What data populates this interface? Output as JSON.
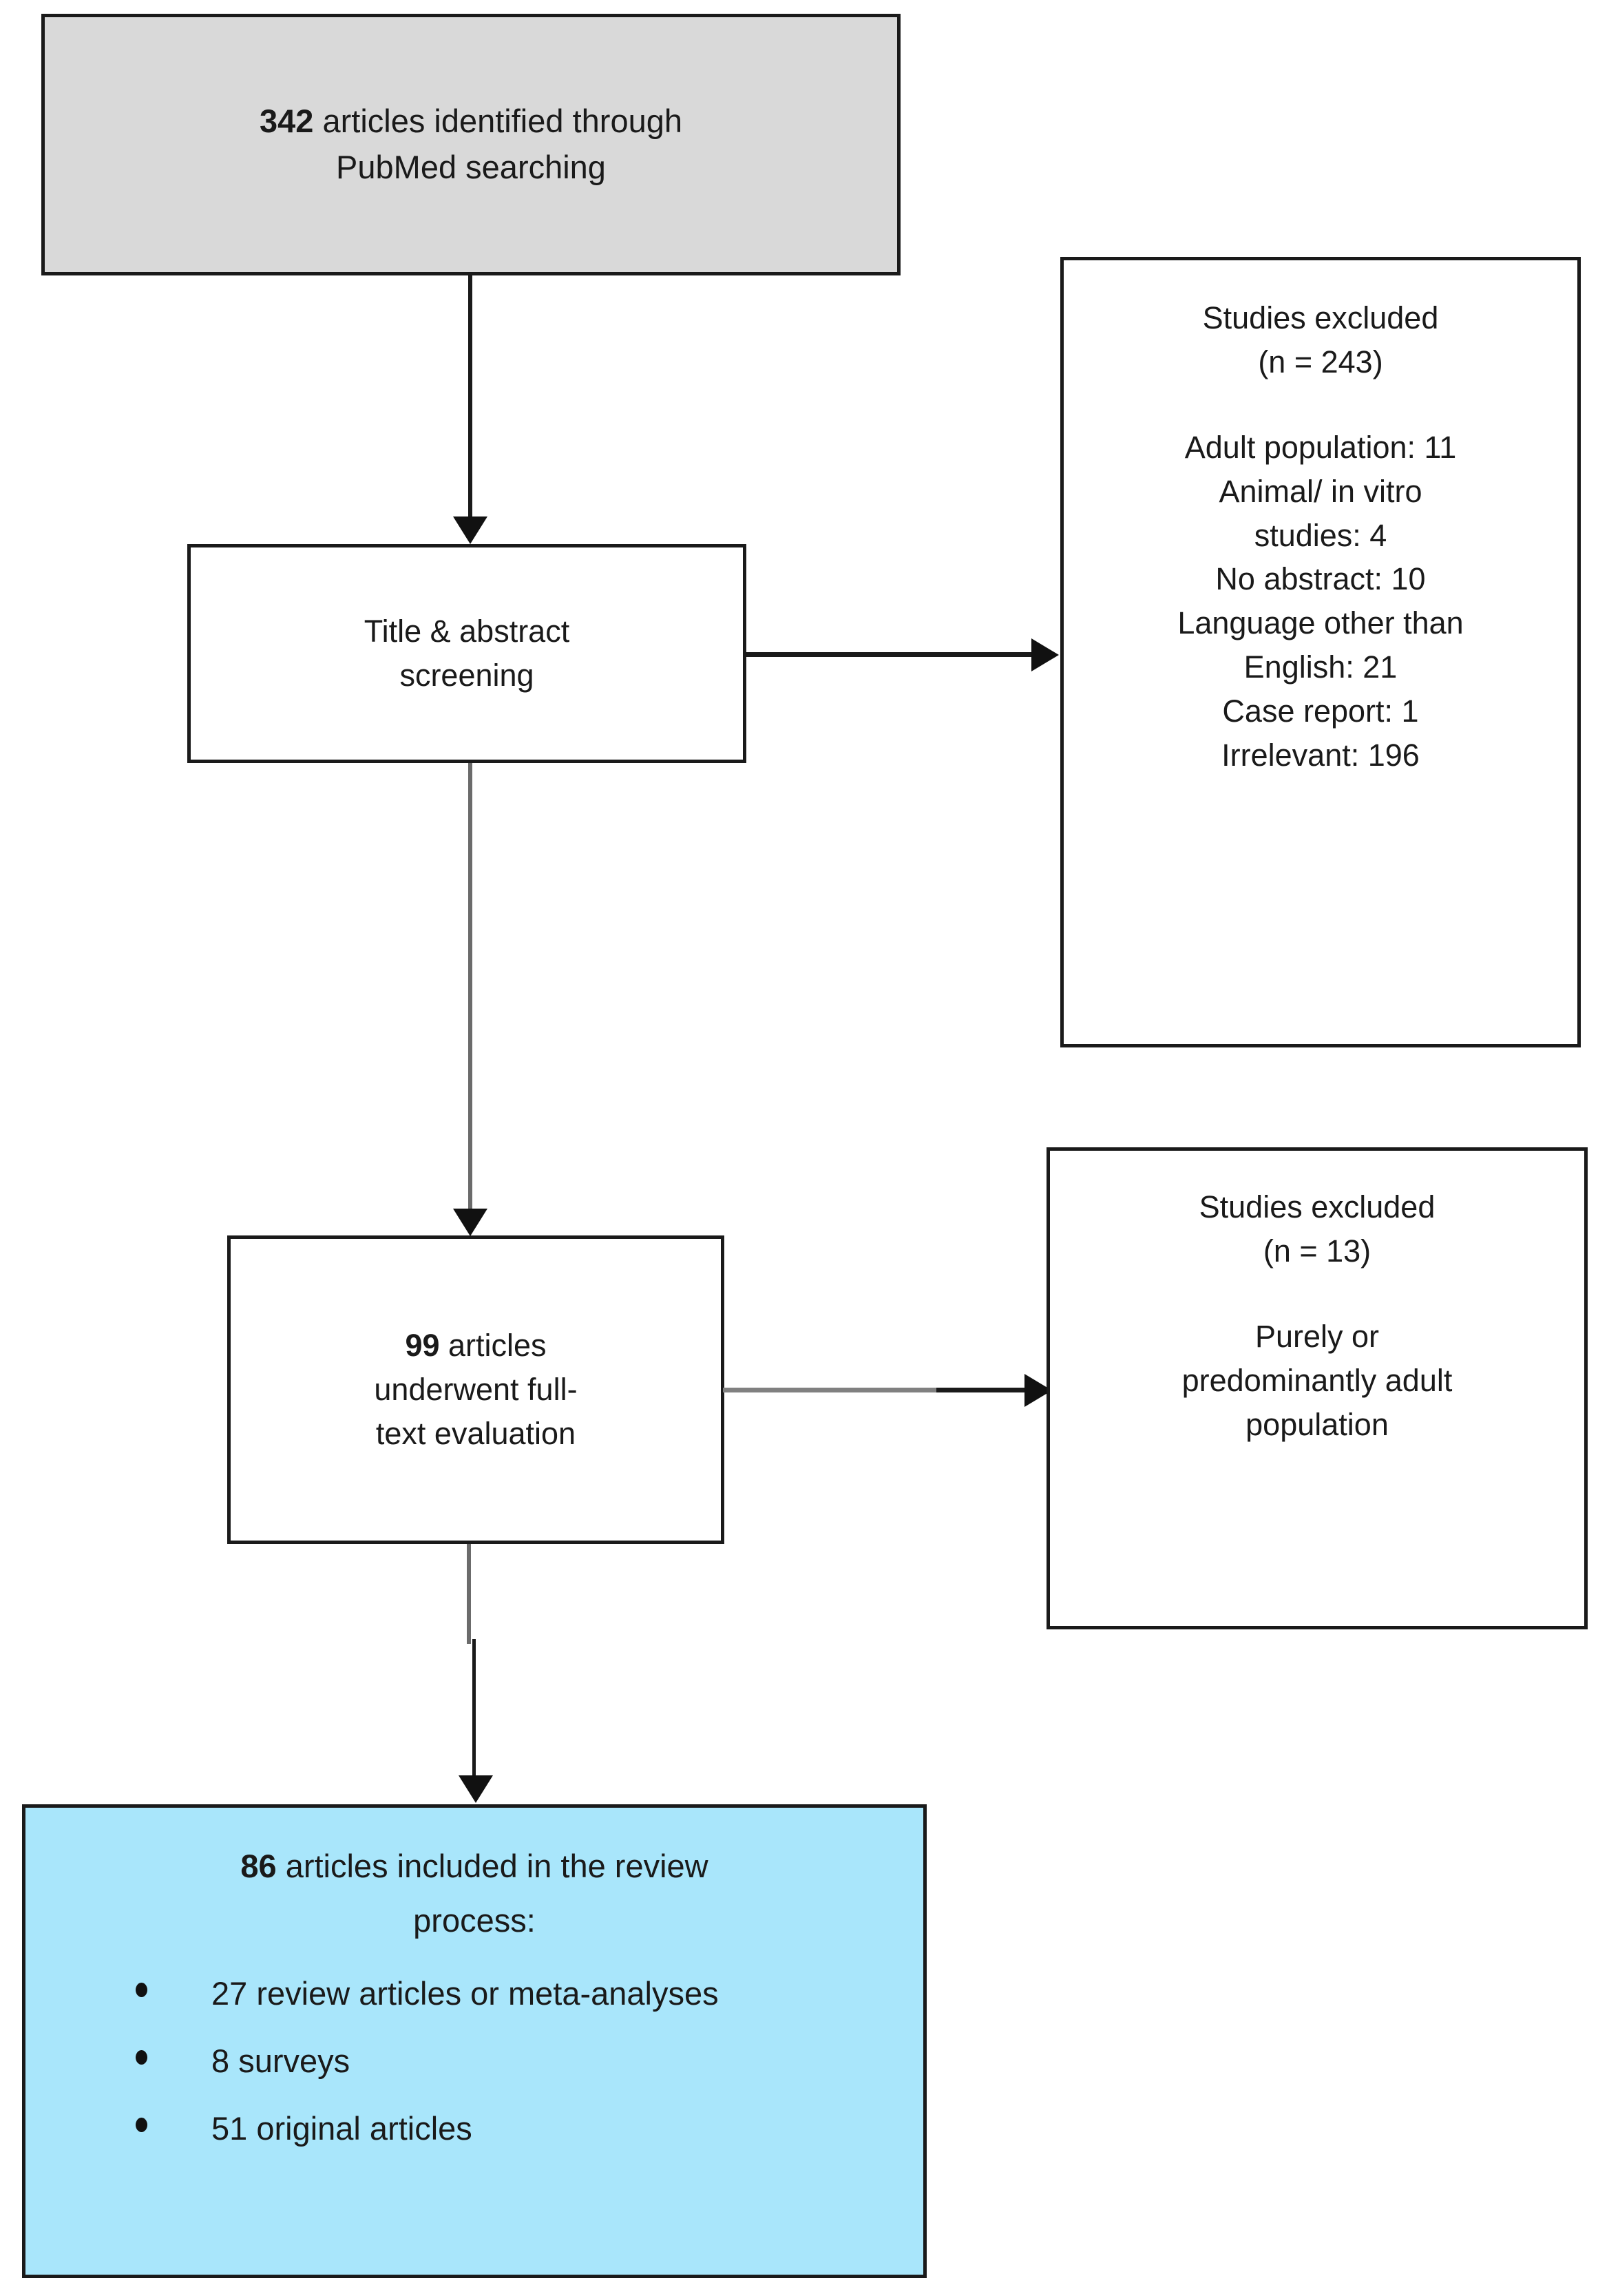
{
  "diagram": {
    "title": "PRISMA-style study selection flow diagram",
    "colors": {
      "identified_box_fill": "#d9d9d9",
      "included_box_fill": "#a9e6fb",
      "box_border": "#1a1a1a",
      "connector": "#1a1a1a",
      "text": "#1a1a1a"
    }
  },
  "nodes": {
    "identified": {
      "count": "342",
      "line1_rest": " articles identified through",
      "line2": "PubMed searching"
    },
    "screening": {
      "line1": "Title & abstract",
      "line2": "screening"
    },
    "excluded_1": {
      "title": "Studies excluded",
      "count_label": "(n = 243)",
      "reasons": [
        "Adult population: 11",
        "Animal/ in vitro",
        "studies: 4",
        "No abstract: 10",
        "Language other than",
        "English: 21",
        "Case report: 1",
        "Irrelevant: 196"
      ]
    },
    "fulltext": {
      "count": "99",
      "line1_rest": " articles",
      "line2": "underwent full-",
      "line3": "text evaluation"
    },
    "excluded_2": {
      "title": "Studies excluded",
      "count_label": "(n = 13)",
      "reasons": [
        "Purely or",
        "predominantly adult",
        "population"
      ]
    },
    "included": {
      "count": "86",
      "head_rest": " articles included in the review",
      "head_line2": "process:",
      "items": [
        "27 review articles or meta-analyses",
        "8 surveys",
        "51 original articles"
      ]
    }
  },
  "edges": {
    "identified_to_screening": "arrow-down",
    "screening_to_excluded_1": "arrow-right",
    "screening_to_fulltext": "arrow-down",
    "fulltext_to_excluded_2": "arrow-right",
    "fulltext_to_included": "arrow-down"
  }
}
